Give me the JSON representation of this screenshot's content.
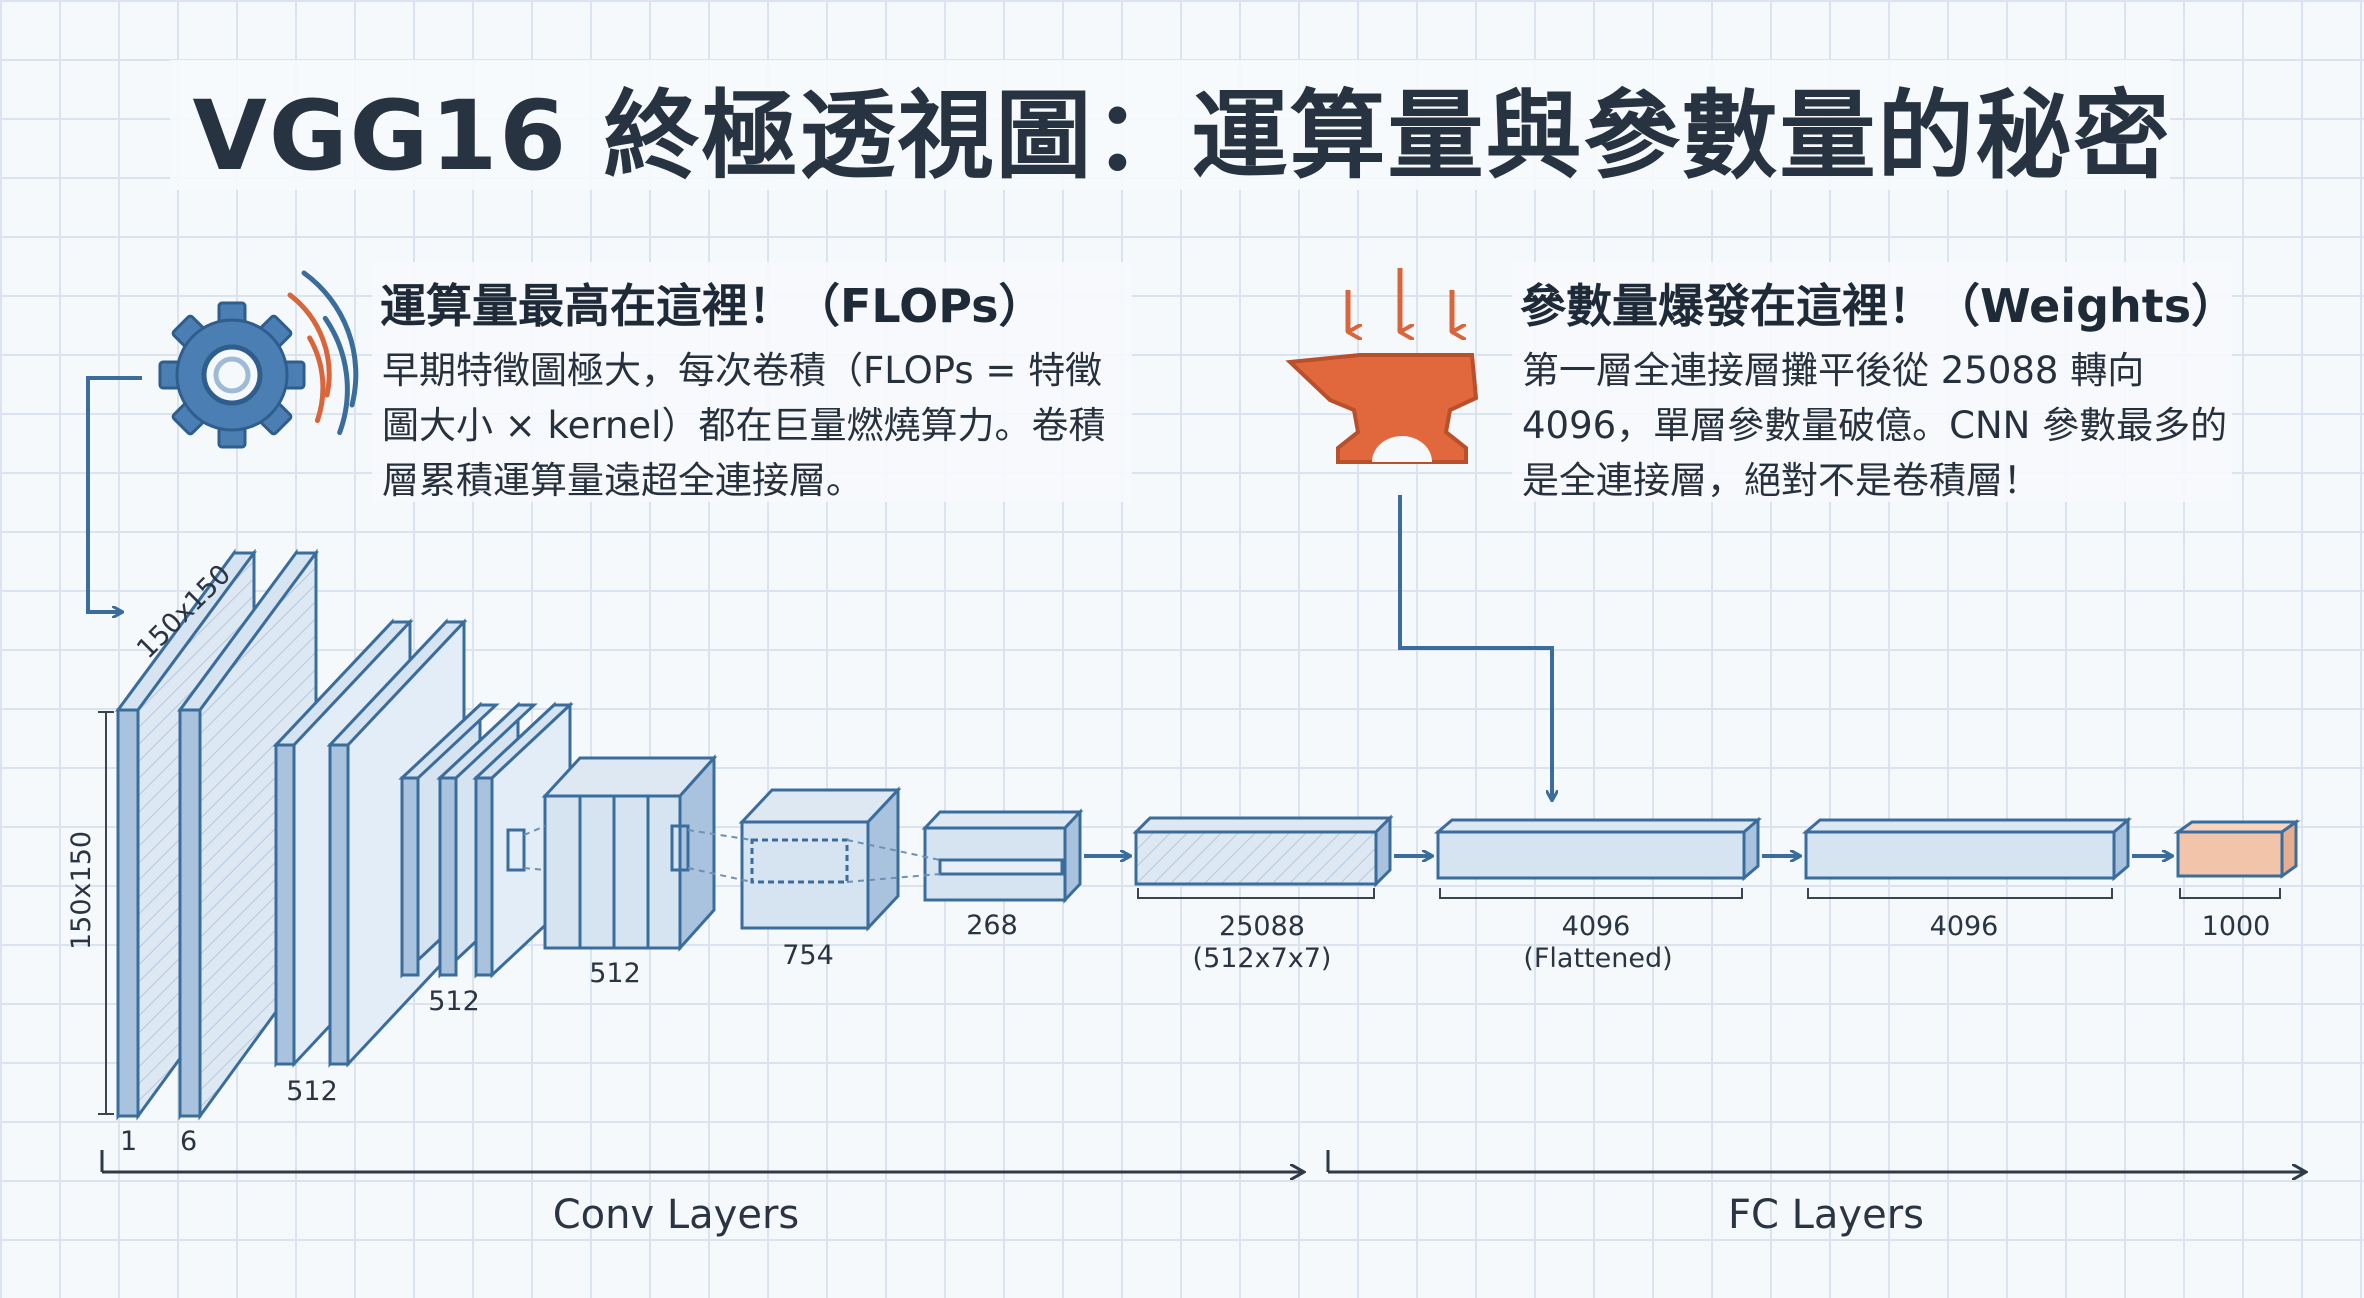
{
  "title": "VGG16 終極透視圖：運算量與參數量的秘密",
  "left_callout": {
    "heading": "運算量最高在這裡！（FLOPs）",
    "lines": [
      "早期特徵圖極大，每次卷積（FLOPs = 特徵",
      "圖大小 × kernel）都在巨量燃燒算力。卷積",
      "層累積運算量遠超全連接層。"
    ],
    "icon": "gear-icon"
  },
  "right_callout": {
    "heading": "參數量爆發在這裡！（Weights）",
    "lines": [
      "第一層全連接層攤平後從 25088 轉向",
      "4096，單層參數量破億。CNN 參數最多的",
      "是全連接層，絕對不是卷積層！"
    ],
    "icon": "anvil-icon"
  },
  "input_labels": {
    "top": "150x150",
    "side": "150x150"
  },
  "layer_labels": {
    "conv1_a": "1",
    "conv1_b": "6",
    "block2": "512",
    "block3": "512",
    "block4": "512",
    "block5": "754",
    "block6": "268",
    "flatten_value": "25088",
    "flatten_shape": "(512x7x7)",
    "fc1_value": "4096",
    "fc1_note": "(Flattened)",
    "fc2_value": "4096",
    "output_value": "1000"
  },
  "sections": {
    "conv": "Conv Layers",
    "fc": "FC Layers"
  },
  "colors": {
    "stroke": "#3b6d9c",
    "face": "#d6e4f2",
    "side": "#a9c3de",
    "accent_orange": "#d9653b",
    "output_fill": "#f2c4aa"
  }
}
